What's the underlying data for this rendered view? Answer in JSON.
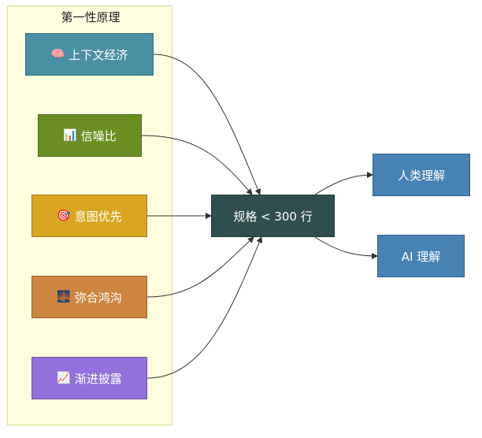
{
  "group": {
    "title": "第一性原理"
  },
  "principles": [
    {
      "icon": "brain-icon",
      "glyph": "🧠",
      "label": "上下文经济",
      "color": "#4a90a4"
    },
    {
      "icon": "bar-chart-icon",
      "glyph": "📊",
      "label": "信噪比",
      "color": "#6b8e23"
    },
    {
      "icon": "target-icon",
      "glyph": "🎯",
      "label": "意图优先",
      "color": "#daa520"
    },
    {
      "icon": "bridge-icon",
      "glyph": "🌉",
      "label": "弥合鸿沟",
      "color": "#cd853f"
    },
    {
      "icon": "chart-increasing-icon",
      "glyph": "📈",
      "label": "渐进披露",
      "color": "#9370db"
    }
  ],
  "center": {
    "label": "规格 < 300 行",
    "color": "#2f4f4f"
  },
  "outputs": [
    {
      "label": "人类理解",
      "color": "#4682b4"
    },
    {
      "label": "AI 理解",
      "color": "#4682b4"
    }
  ]
}
